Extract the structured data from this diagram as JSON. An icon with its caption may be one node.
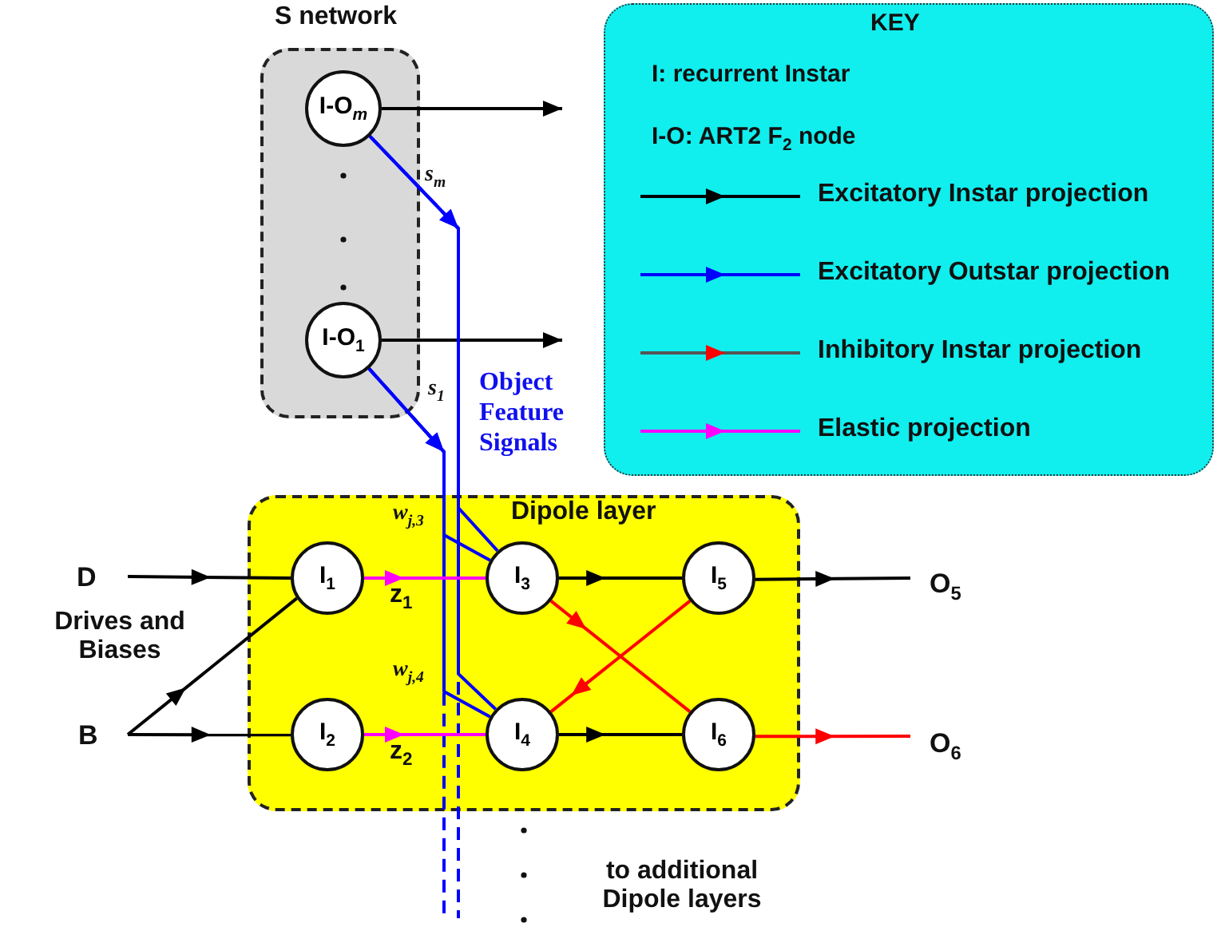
{
  "diagram": {
    "nodes": [
      {
        "text": [
          "S network"
        ]
      },
      {
        "text": [
          "I-O$_{m}$"
        ],
        "in": 0
      },
      {
        "text": [
          "I-O$_{1}$"
        ],
        "in": 0
      },
      {
        "text": [
          "Dipole layer"
        ]
      },
      {
        "text": [
          "I$_{1}$"
        ],
        "in": 3
      },
      {
        "text": [
          "I$_{2}$"
        ],
        "in": 3
      },
      {
        "text": [
          "I$_{3}$"
        ],
        "in": 3
      },
      {
        "text": [
          "I$_{4}$"
        ],
        "in": 3
      },
      {
        "text": [
          "I$_{5}$"
        ],
        "in": 3
      },
      {
        "text": [
          "I$_{6}$"
        ],
        "in": 3
      },
      {
        "text": [
          "D"
        ]
      },
      {
        "text": [
          "B"
        ]
      },
      {
        "text": [
          "O$_{5}$"
        ]
      },
      {
        "text": [
          "O$_{6}$"
        ]
      }
    ],
    "edges": [
      {
        "from": 1,
        "to": null,
        "arrow": "to"
      },
      {
        "from": 2,
        "to": null,
        "arrow": "to"
      },
      {
        "from": 1,
        "to": 6,
        "arrow": "to",
        "color": "#0000ff"
      },
      {
        "from": 1,
        "to": 7,
        "arrow": "to",
        "color": "#0000ff"
      },
      {
        "from": 2,
        "to": 6,
        "arrow": "to",
        "color": "#0000ff"
      },
      {
        "from": 2,
        "to": 7,
        "arrow": "to",
        "color": "#0000ff"
      },
      {
        "from": 1,
        "to": null,
        "arrow": "none",
        "style": "dashed",
        "color": "#0000ff"
      },
      {
        "from": 2,
        "to": null,
        "arrow": "none",
        "style": "dashed",
        "color": "#0000ff"
      },
      {
        "from": 10,
        "to": 4,
        "arrow": "to"
      },
      {
        "from": 11,
        "to": 5,
        "arrow": "to"
      },
      {
        "from": 11,
        "to": 4,
        "arrow": "to"
      },
      {
        "from": 4,
        "to": 6,
        "arrow": "to",
        "label": "z$_{1}$",
        "color": "#ff00ff"
      },
      {
        "from": 5,
        "to": 7,
        "arrow": "to",
        "label": "z$_{2}$",
        "color": "#ff00ff"
      },
      {
        "from": 6,
        "to": 8,
        "arrow": "to"
      },
      {
        "from": 7,
        "to": 9,
        "arrow": "to"
      },
      {
        "from": 6,
        "to": 9,
        "arrow": "to",
        "color": "#ff0000"
      },
      {
        "from": 8,
        "to": 7,
        "arrow": "to",
        "color": "#ff0000"
      },
      {
        "from": 8,
        "to": 12,
        "arrow": "to"
      },
      {
        "from": 9,
        "to": 13,
        "arrow": "to",
        "color": "#ff0000"
      }
    ],
    "labels": [
      "KEY",
      "I: recurrent Instar",
      "I-O: ART2 F$_{2}$ node",
      "s$_{m}$",
      "s$_{1}$",
      "Object Feature Signals",
      "w$_{j,3}$",
      "w$_{j,4}$",
      "Drives and Biases",
      "to additional Dipole layers"
    ],
    "legend": [
      {
        "text": "Excitatory Instar projection"
      },
      {
        "text": "Excitatory Outstar projection"
      },
      {
        "text": "Inhibitory Instar projection"
      },
      {
        "text": "Elastic projection"
      }
    ]
  }
}
